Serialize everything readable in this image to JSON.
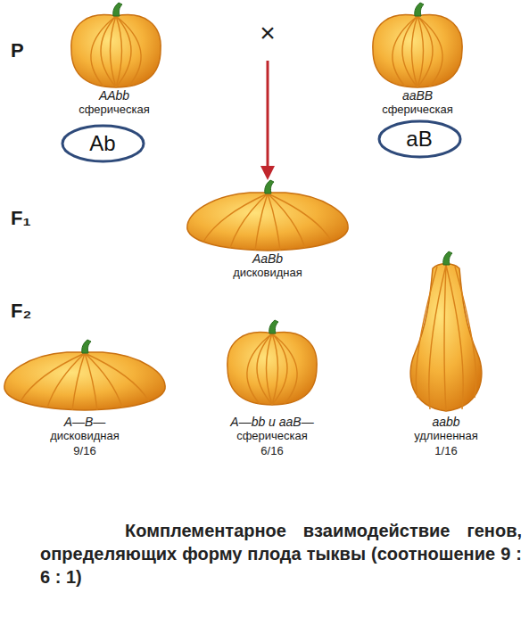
{
  "diagram": {
    "caption": "Комплементарное взаимодействие генов, определяющих форму плода тыквы (соотношение 9 : 6 : 1)",
    "nodes": [
      {
        "text": [
          "Ab"
        ]
      },
      {
        "text": [
          "aB"
        ]
      }
    ],
    "labels": [
      "P",
      "AAbb",
      "сферическая",
      "×",
      "aaBB",
      "сферическая",
      "F₁",
      "AaBb",
      "дисковидная",
      "F₂",
      "A—B—",
      "дисковидная",
      "9/16",
      "A—bb и aaB—",
      "сферическая",
      "6/16",
      "aabb",
      "удлиненная",
      "1/16"
    ]
  }
}
